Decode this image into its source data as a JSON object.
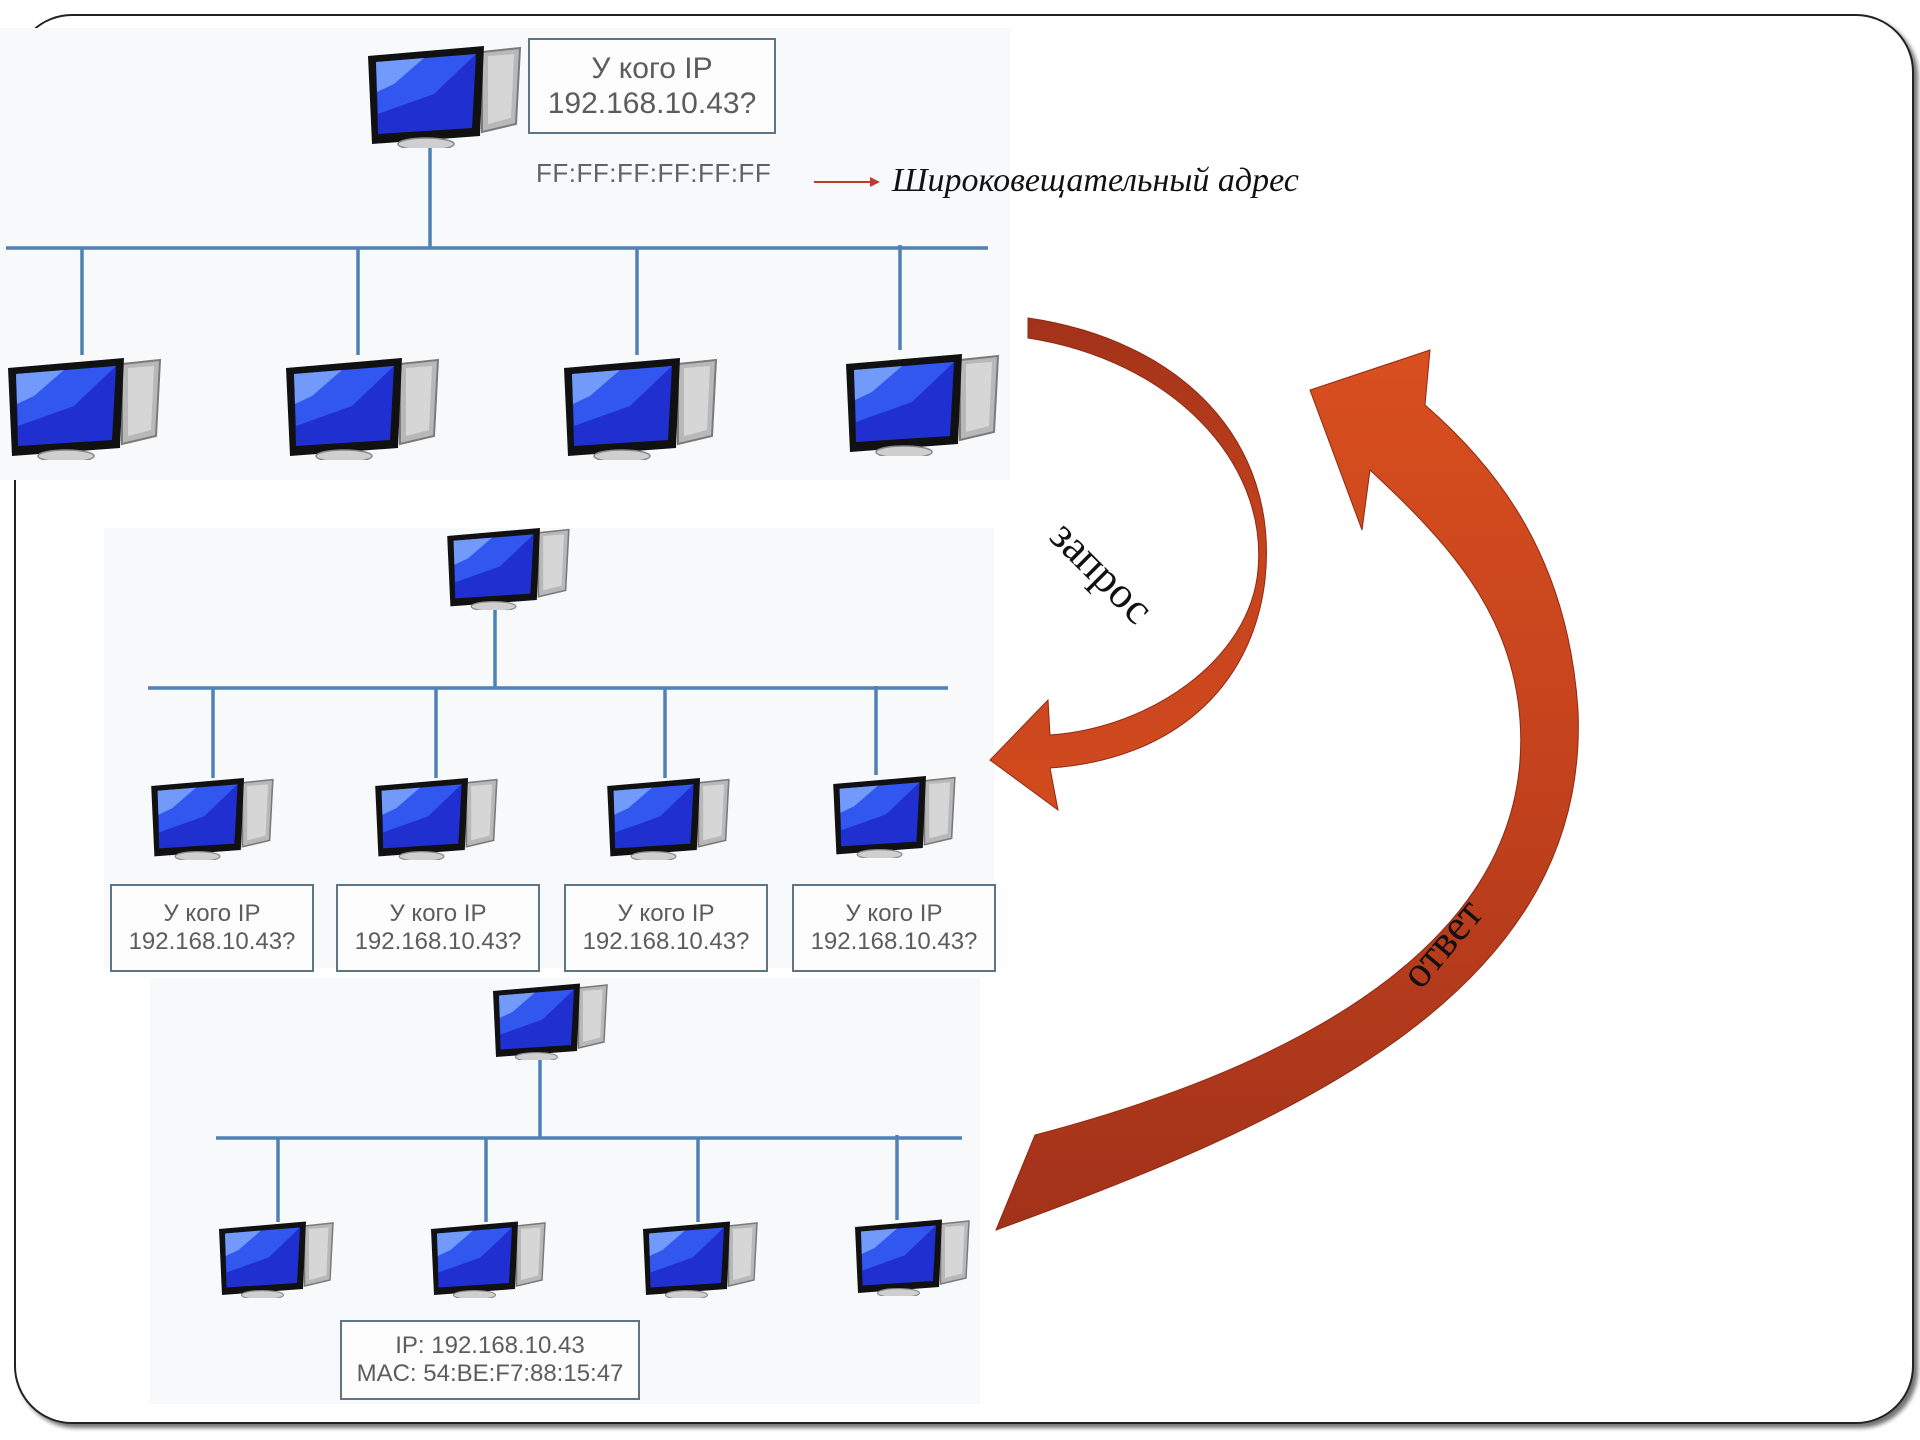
{
  "panel_top": {
    "question_line1": "У кого IP",
    "question_line2": "192.168.10.43?",
    "broadcast_mac": "FF:FF:FF:FF:FF:FF",
    "broadcast_caption": "Широковещательный адрес"
  },
  "panel_middle": {
    "labels": [
      {
        "line1": "У кого IP",
        "line2": "192.168.10.43?"
      },
      {
        "line1": "У кого IP",
        "line2": "192.168.10.43?"
      },
      {
        "line1": "У кого IP",
        "line2": "192.168.10.43?"
      },
      {
        "line1": "У кого IP",
        "line2": "192.168.10.43?"
      }
    ]
  },
  "panel_bottom": {
    "reply_line1": "IP: 192.168.10.43",
    "reply_line2": "MAC:  54:BE:F7:88:15:47"
  },
  "arrows": {
    "request_label": "запрос",
    "reply_label": "ответ"
  },
  "colors": {
    "arrow_dark": "#a2321a",
    "arrow_light": "#d24b1e",
    "network_line": "#4f81b4",
    "screen_blue": "#1f2fd0"
  },
  "icons": {
    "computer": "computer-icon"
  }
}
